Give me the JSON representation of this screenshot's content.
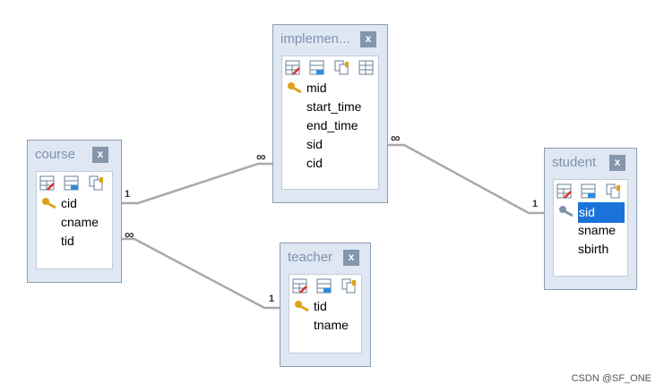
{
  "tables": {
    "implementation": {
      "title": "implemen...",
      "close": "x",
      "fields": [
        "mid",
        "start_time",
        "end_time",
        "sid",
        "cid"
      ]
    },
    "course": {
      "title": "course",
      "close": "x",
      "fields": [
        "cid",
        "cname",
        "tid"
      ]
    },
    "teacher": {
      "title": "teacher",
      "close": "x",
      "fields": [
        "tid",
        "tname"
      ]
    },
    "student": {
      "title": "student",
      "close": "x",
      "fields": [
        "sid",
        "sname",
        "sbirth"
      ],
      "selected_field": "sid"
    }
  },
  "relations": {
    "course_impl": {
      "one": "1",
      "many": "∞"
    },
    "student_impl": {
      "one": "1",
      "many": "∞"
    },
    "teacher_course": {
      "one": "1",
      "many": "∞"
    }
  },
  "colors": {
    "table_bg": "#dfe7f3",
    "title_text": "#7f93ad",
    "selection": "#1a73d9",
    "key": "#e0a21a"
  },
  "watermark": "CSDN @SF_ONE"
}
